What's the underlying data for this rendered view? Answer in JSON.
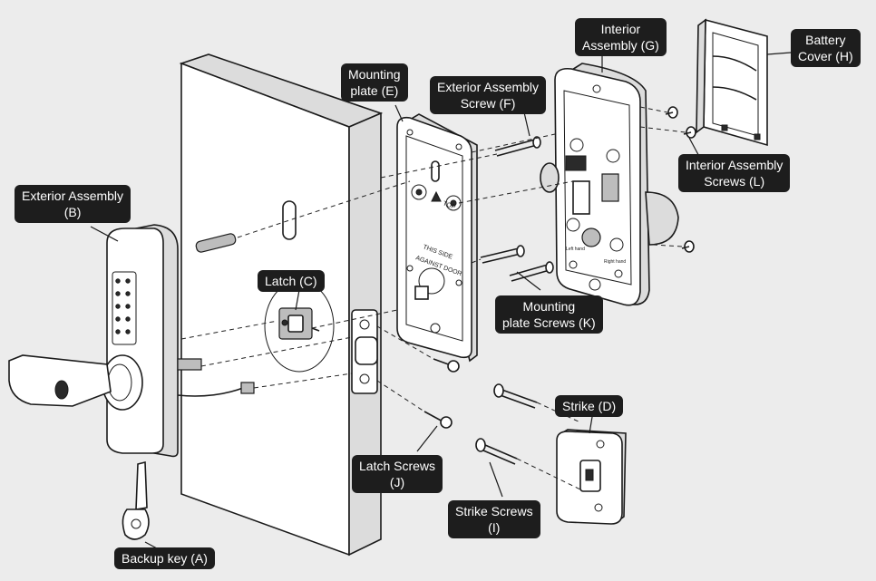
{
  "labels": {
    "backup_key": "Backup key (A)",
    "exterior_assembly_1": "Exterior Assembly",
    "exterior_assembly_2": "(B)",
    "latch": "Latch (C)",
    "strike": "Strike (D)",
    "mounting_plate_1": "Mounting",
    "mounting_plate_2": "plate (E)",
    "exterior_screw_1": "Exterior Assembly",
    "exterior_screw_2": "Screw (F)",
    "interior_assembly_1": "Interior",
    "interior_assembly_2": "Assembly (G)",
    "battery_cover_1": "Battery",
    "battery_cover_2": "Cover (H)",
    "strike_screws_1": "Strike Screws",
    "strike_screws_2": "(I)",
    "latch_screws_1": "Latch Screws",
    "latch_screws_2": "(J)",
    "plate_screws_1": "Mounting",
    "plate_screws_2": "plate Screws (K)",
    "interior_screws_1": "Interior Assembly",
    "interior_screws_2": "Screws (L)"
  },
  "plate_text": {
    "top": "TOP",
    "this_side": "THIS SIDE",
    "against_door": "AGAINST DOOR"
  },
  "interior_text": {
    "left": "Left hand",
    "right": "Right hand"
  },
  "colors": {
    "background": "#ececec",
    "callout": "#1d1d1d",
    "callout_text": "#ffffff",
    "line": "#1a1a1a"
  }
}
